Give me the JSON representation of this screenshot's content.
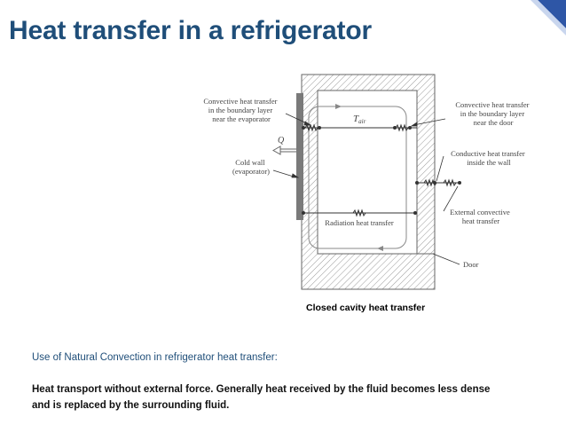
{
  "slide": {
    "title": "Heat transfer in a refrigerator"
  },
  "diagram": {
    "labels": {
      "conv_boundary_evap": [
        "Convective heat transfer",
        "in the boundary layer",
        "near the evaporator"
      ],
      "conv_boundary_door": [
        "Convective heat transfer",
        "in the boundary layer",
        "near the door"
      ],
      "heat_symbol": "Q",
      "cold_wall": [
        "Cold wall",
        "(evaporator)"
      ],
      "t_air": "T",
      "t_air_sub": "air",
      "conductive": [
        "Conductive heat transfer",
        "inside the wall"
      ],
      "radiation": "Radiation heat transfer",
      "external_conv": [
        "External convective",
        "heat transfer"
      ],
      "door": "Door"
    },
    "caption": "Closed cavity heat transfer"
  },
  "section": {
    "heading": "Use of Natural Convection in refrigerator heat transfer:",
    "body_lines": [
      "Heat transport without external force. Generally heat received by the fluid becomes  less dense",
      "and is replaced by the surrounding fluid."
    ]
  },
  "colors": {
    "title": "#1f4e79",
    "accent_corner": "#2e56a6",
    "evaporator": "#7a7a7a"
  }
}
